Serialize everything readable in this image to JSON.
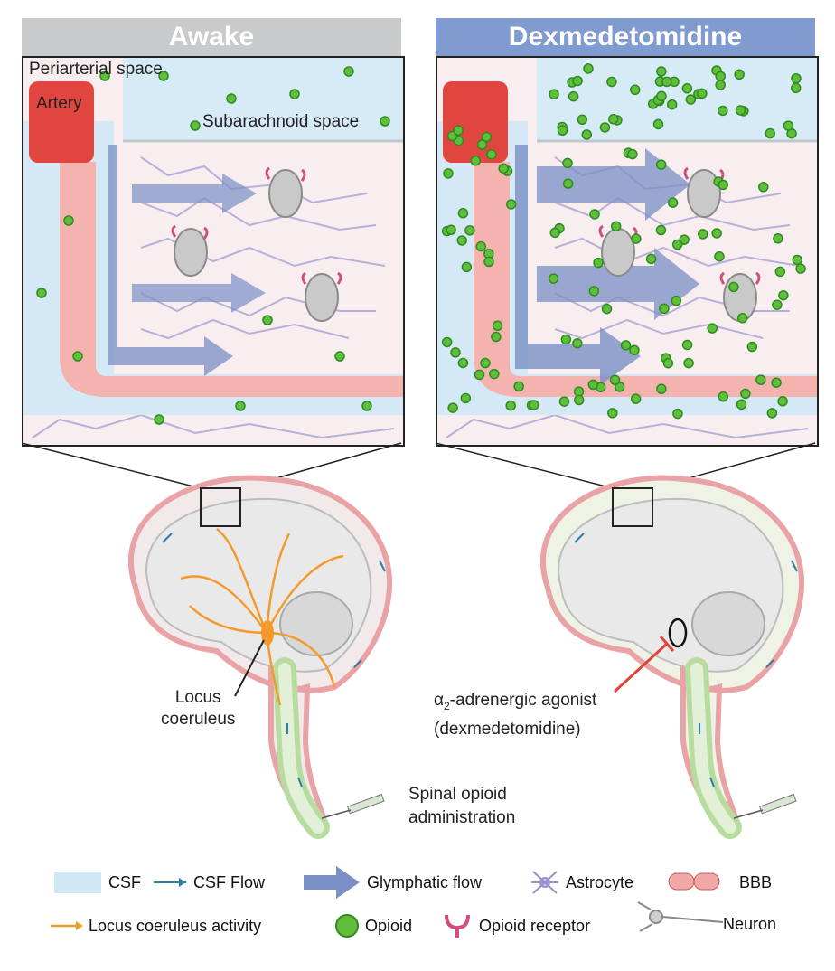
{
  "panels": {
    "awake": {
      "title": "Awake",
      "title_color": "#c8cacb"
    },
    "dex": {
      "title": "Dexmedetomidine",
      "title_color": "#7f9bd0"
    }
  },
  "labels": {
    "periarterial": "Periarterial space",
    "artery": "Artery",
    "subarachnoid": "Subarachnoid space",
    "locus_line1": "Locus",
    "locus_line2": "coeruleus",
    "spinal_line1": "Spinal opioid",
    "spinal_line2": "administration",
    "agonist_alpha": "α",
    "agonist_sub": "2",
    "agonist_rest": "-adrenergic agonist",
    "agonist_line2": "(dexmedetomidine)"
  },
  "legend": {
    "csf": "CSF",
    "csf_flow": "CSF Flow",
    "glymphatic": "Glymphatic flow",
    "astrocyte": "Astrocyte",
    "bbb": "BBB",
    "locus_activity": "Locus coeruleus activity",
    "opioid": "Opioid",
    "opioid_receptor": "Opioid receptor",
    "neuron": "Neuron"
  },
  "colors": {
    "csf": "#cfe6f5",
    "glymphatic": "#7a8fc6",
    "artery": "#e0463f",
    "opioid": "#5fbf3a",
    "locus": "#f39a2b",
    "csf_flow": "#2a7fa8",
    "inhibit": "#e0453c"
  }
}
